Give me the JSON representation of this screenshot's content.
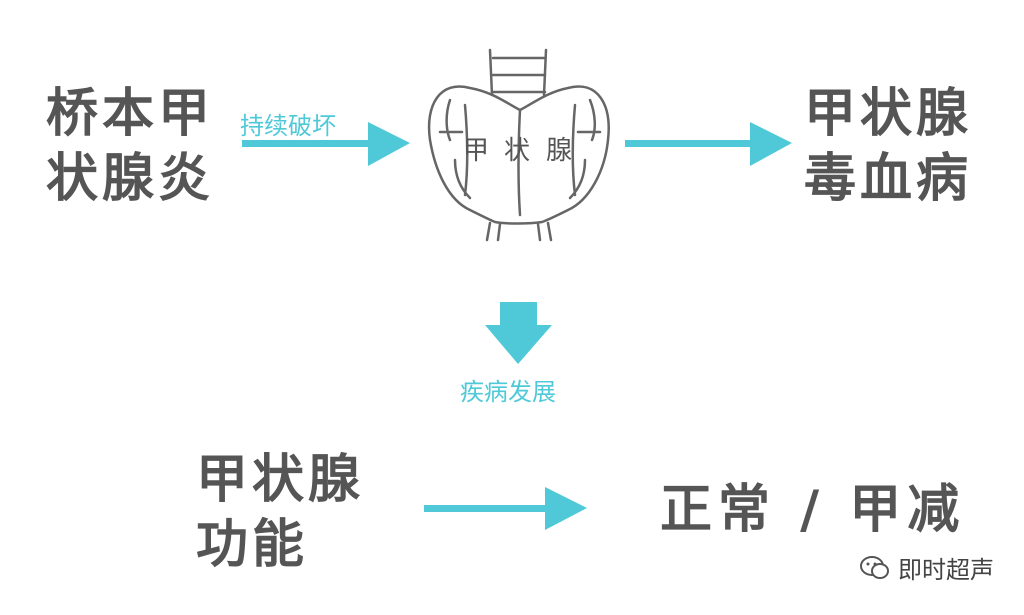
{
  "source_node": {
    "line1": "桥本甲",
    "line2": "状腺炎"
  },
  "arrow_label_top": "持续破坏",
  "gland": {
    "chars": [
      "甲",
      "状",
      "腺"
    ]
  },
  "result_node": {
    "line1": "甲状腺",
    "line2": "毒血病"
  },
  "arrow_label_down": "疾病发展",
  "function_node": {
    "line1": "甲状腺",
    "line2": "功能"
  },
  "outcome_node": {
    "text": "正常 / 甲减"
  },
  "watermark": {
    "text": "即时超声"
  },
  "colors": {
    "arrow": "#4fc9d8",
    "text": "#555555",
    "outline": "#666666"
  }
}
